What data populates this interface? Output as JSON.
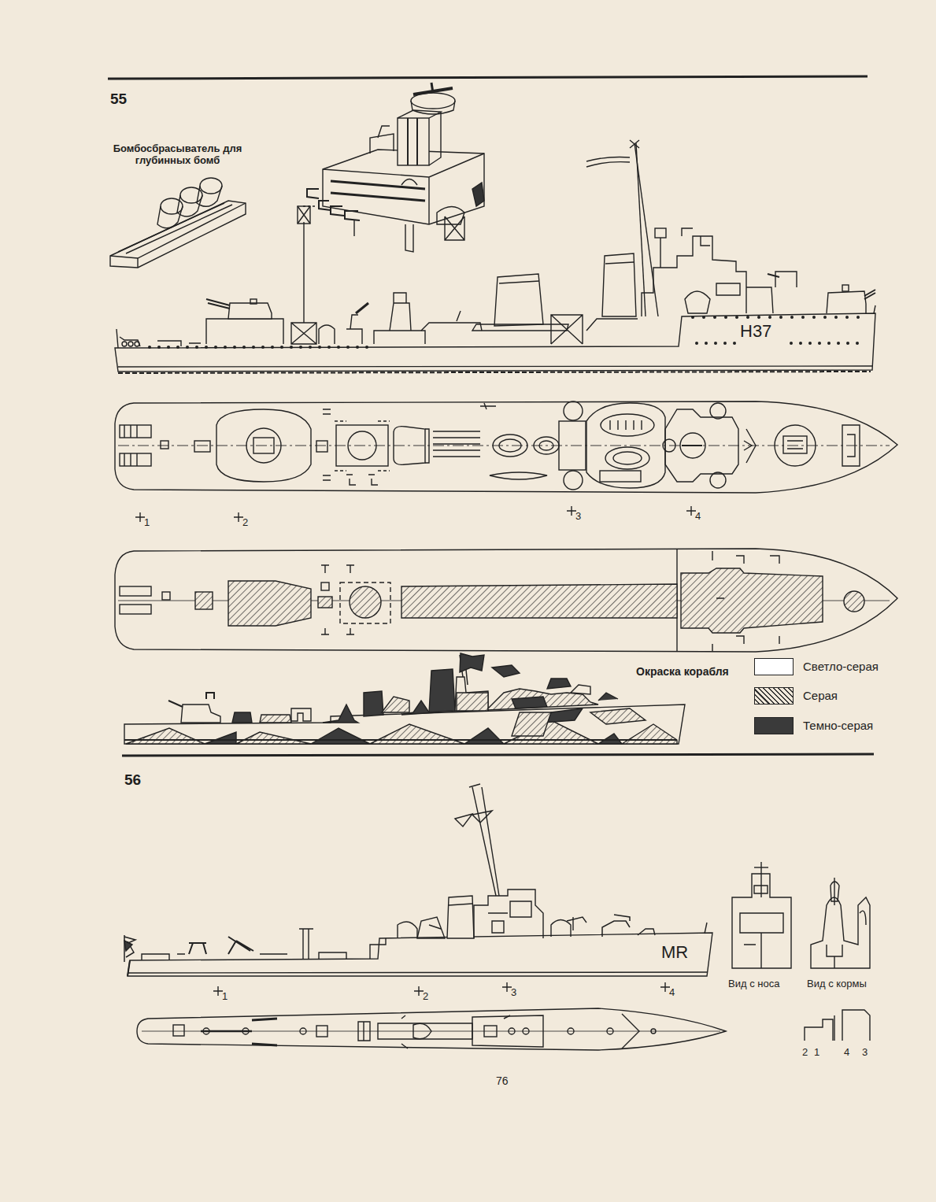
{
  "diagram": {
    "labels": [
      "55",
      "Бомбосбрасыватель для глубинных бомб",
      "H37",
      "1",
      "2",
      "3",
      "4",
      "Окраска корабля",
      "56",
      "MR",
      "1",
      "2",
      "3",
      "4",
      "Вид с носа",
      "Вид с кормы",
      "2",
      "1",
      "4",
      "3",
      "76"
    ],
    "legend": [
      {
        "text": "Светло-серая",
        "color": "#ffffff"
      },
      {
        "text": "Серая"
      },
      {
        "text": "Темно-серая",
        "color": "#3a3a3a"
      }
    ]
  }
}
